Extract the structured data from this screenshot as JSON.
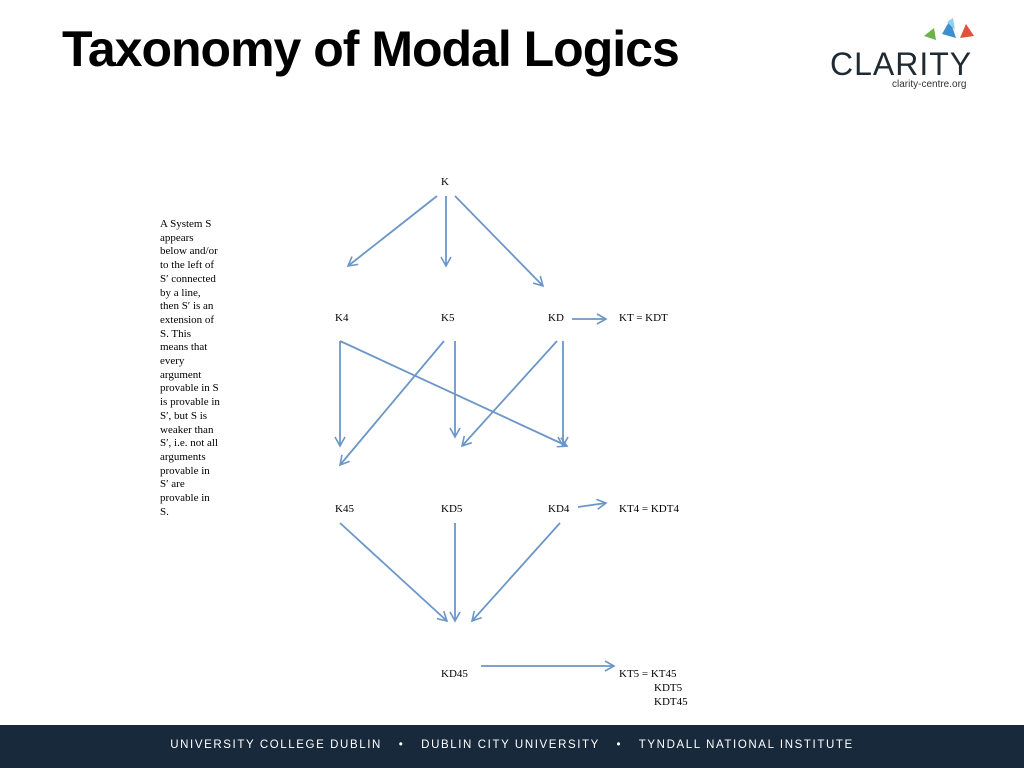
{
  "title": "Taxonomy of Modal Logics",
  "logo": {
    "name": "CLARITY",
    "url": "clarity-centre.org"
  },
  "note": "A System S appears below and/or to the left of S′ connected by a line, then S′ is an extension of S. This means that every argument provable in S is provable in S′, but S is weaker than S′, i.e. not all arguments provable in S′ are provable in S.",
  "nodes": {
    "k": "K",
    "k4": "K4",
    "k5": "K5",
    "kd": "KD",
    "kt": "KT = KDT",
    "k45": "K45",
    "kd5": "KD5",
    "kd4": "KD4",
    "kt4": "KT4 = KDT4",
    "kd45": "KD45",
    "kt5": "KT5 = KT45",
    "kdt5": "KDT5",
    "kdt45": "KDT45"
  },
  "colors": {
    "arrow": "#6b96c8",
    "footer_bg": "#17293a"
  },
  "footer": {
    "item1": "UNIVERSITY COLLEGE DUBLIN",
    "item2": "DUBLIN CITY UNIVERSITY",
    "item3": "TYNDALL NATIONAL INSTITUTE",
    "separator": "•"
  }
}
